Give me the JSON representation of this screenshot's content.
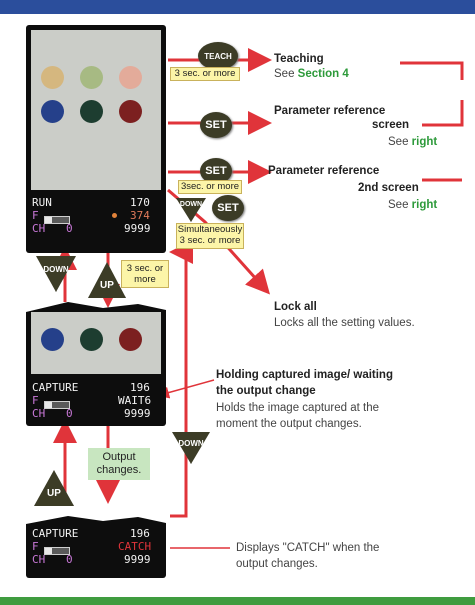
{
  "lcd_screens": {
    "run": {
      "label": "RUN",
      "value": "170",
      "f_label": "F",
      "f_value": "374",
      "ch_label": "CH",
      "ch_num": "0",
      "ch_value": "9999"
    },
    "capture1": {
      "label": "CAPTURE",
      "value": "196",
      "f_label": "F",
      "f_value": "WAIT6",
      "ch_label": "CH",
      "ch_num": "0",
      "ch_value": "9999"
    },
    "capture2": {
      "label": "CAPTURE",
      "value": "196",
      "f_label": "F",
      "f_value": "CATCH",
      "ch_label": "CH",
      "ch_num": "0",
      "ch_value": "9999"
    }
  },
  "buttons": {
    "teach": "TEACH",
    "set1": "SET",
    "set2": "SET",
    "set3": "SET",
    "down_small": "DOWN",
    "down_left": "DOWN",
    "up_left": "UP",
    "up_bottom": "UP",
    "down_right": "DOWN"
  },
  "notes": {
    "teach_hold": "3 sec. or more",
    "set_hold": "3sec. or more",
    "simultaneous_line1": "Simultaneously",
    "simultaneous_line2": "3 sec. or more",
    "up_hold_line1": "3 sec. or",
    "up_hold_line2": "more",
    "output_changes_line1": "Output",
    "output_changes_line2": "changes."
  },
  "labels": {
    "teaching_title": "Teaching",
    "teaching_see": "See",
    "teaching_section": "Section 4",
    "param1_title": "Parameter reference",
    "param1_title2": "screen",
    "param1_see": "See",
    "param1_right": "right",
    "param2_title": "Parameter reference",
    "param2_title2": "2nd screen",
    "param2_see": "See",
    "param2_right": "right",
    "lock_title": "Lock all",
    "lock_desc": "Locks all the setting values.",
    "hold_title_line1": "Holding captured image/ waiting",
    "hold_title_line2": "the output change",
    "hold_desc_line1": "Holds the image captured at the",
    "hold_desc_line2": "moment the output changes.",
    "catch_desc_line1": "Displays \"CATCH\" when the",
    "catch_desc_line2": "output changes."
  },
  "colors": {
    "header_bar": "#2b4e9c",
    "footer_bar": "#3f9c3f",
    "arrow_red": "#e0343a",
    "accent_green": "#2d9a3a",
    "button_dark": "#3c3c26",
    "note_yellow": "#fcf5a8",
    "note_green": "#c8e6c0"
  }
}
